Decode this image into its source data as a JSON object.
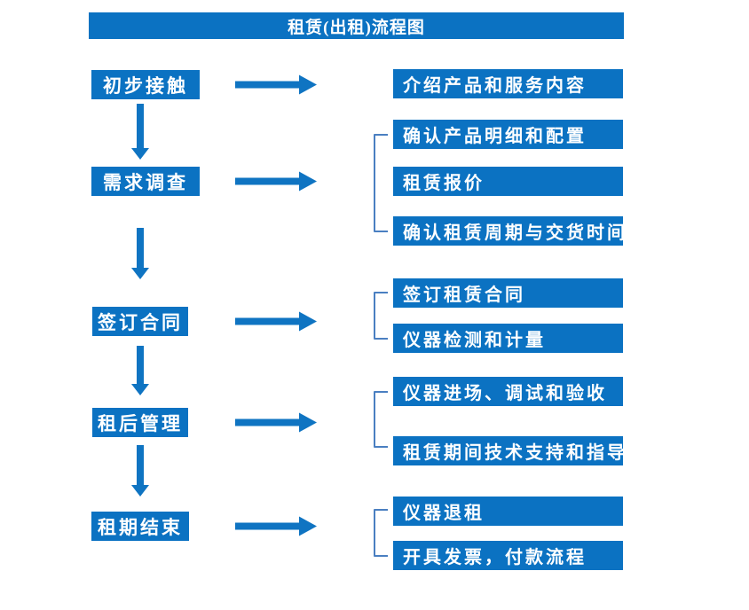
{
  "title": "租赁(出租)流程图",
  "colors": {
    "box_blue": "#0b72c2",
    "arrow_blue": "#0f74c2",
    "bracket_blue": "#4a7fc1",
    "text_white": "#ffffff",
    "background": "#ffffff"
  },
  "steps": [
    {
      "label": "初步接触",
      "details": [
        "介绍产品和服务内容"
      ]
    },
    {
      "label": "需求调查",
      "details": [
        "确认产品明细和配置",
        "租赁报价",
        "确认租赁周期与交货时间"
      ]
    },
    {
      "label": "签订合同",
      "details": [
        "签订租赁合同",
        "仪器检测和计量"
      ]
    },
    {
      "label": "租后管理",
      "details": [
        "仪器进场、调试和验收",
        "租赁期间技术支持和指导"
      ]
    },
    {
      "label": "租期结束",
      "details": [
        "仪器退租",
        "开具发票，付款流程"
      ]
    }
  ]
}
